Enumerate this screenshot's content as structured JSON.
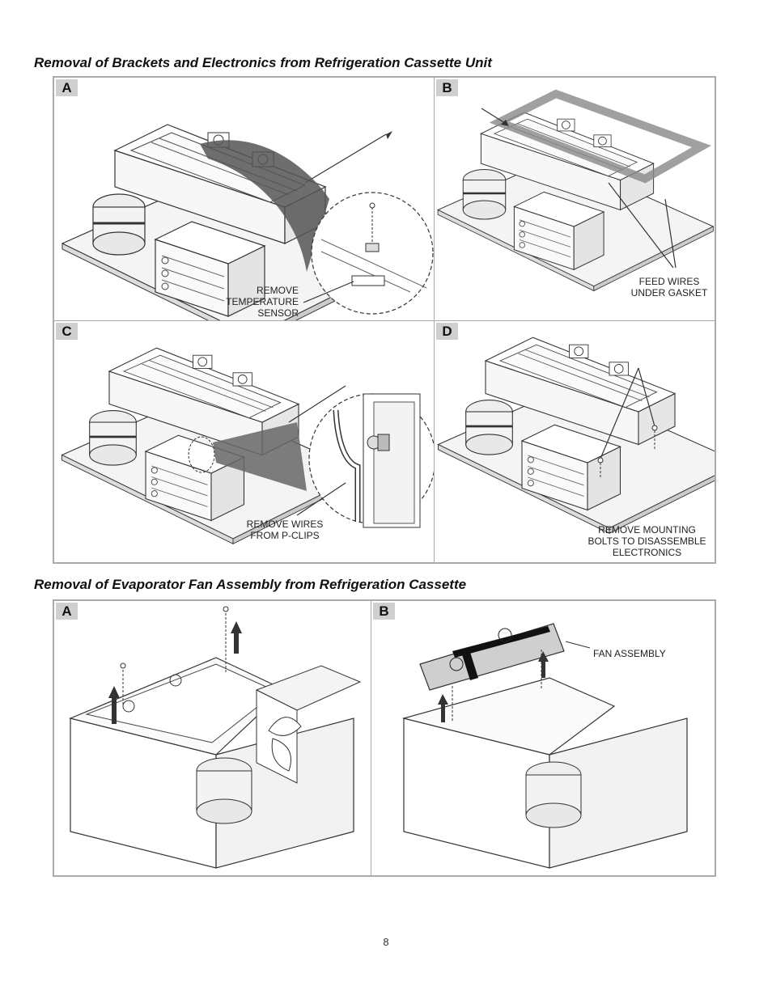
{
  "section1": {
    "title": "Removal of Brackets and Electronics from Refrigeration Cassette Unit",
    "panels": [
      {
        "label": "A",
        "note_lines": [
          "REMOVE",
          "TEMPERATURE",
          "SENSOR"
        ]
      },
      {
        "label": "B",
        "note_lines": [
          "FEED WIRES",
          "UNDER GASKET"
        ]
      },
      {
        "label": "C",
        "note_lines": [
          "REMOVE WIRES",
          "FROM P-CLIPS"
        ]
      },
      {
        "label": "D",
        "note_lines": [
          "REMOVE MOUNTING",
          "BOLTS TO DISASSEMBLE",
          "ELECTRONICS"
        ]
      }
    ]
  },
  "section2": {
    "title": "Removal of Evaporator Fan Assembly from Refrigeration Cassette",
    "panels": [
      {
        "label": "A",
        "note_lines": []
      },
      {
        "label": "B",
        "note_lines": [
          "FAN ASSEMBLY"
        ]
      }
    ]
  },
  "page_number": "8"
}
